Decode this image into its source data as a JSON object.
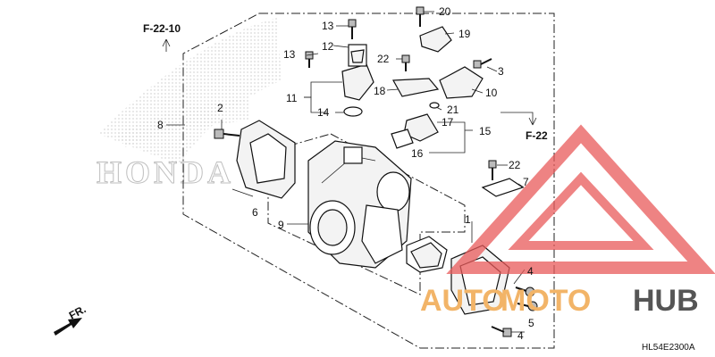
{
  "diagram": {
    "ref_top_left": "F-22-10",
    "ref_right": "F-22",
    "direction_label": "FR.",
    "code": "HL54E2300A",
    "background_logo_text": "HONDA",
    "callouts": {
      "c1": "1",
      "c2": "2",
      "c3": "3",
      "c4a": "4",
      "c4b": "4",
      "c5": "5",
      "c6": "6",
      "c7": "7",
      "c8": "8",
      "c9": "9",
      "c10": "10",
      "c11": "11",
      "c12": "12",
      "c13a": "13",
      "c13b": "13",
      "c14": "14",
      "c15": "15",
      "c16": "16",
      "c17": "17",
      "c18": "18",
      "c19": "19",
      "c20": "20",
      "c21": "21",
      "c22a": "22",
      "c22b": "22"
    }
  },
  "watermark": {
    "text_auto": "AUTO",
    "text_moto": "MOTO",
    "text_hub": "HUB",
    "color_red": "#e85a5a",
    "color_orange": "#f2b468",
    "color_gray": "#555555"
  }
}
